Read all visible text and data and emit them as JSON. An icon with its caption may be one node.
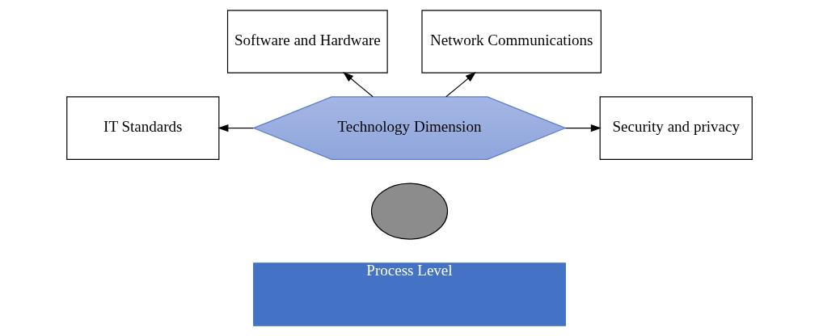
{
  "diagram": {
    "nodes": [
      {
        "text": [
          "Technology Dimension"
        ]
      },
      {
        "text": [
          "Software and Hardware"
        ]
      },
      {
        "text": [
          "Network Communications"
        ]
      },
      {
        "text": [
          "IT Standards"
        ]
      },
      {
        "text": [
          "Security and privacy"
        ]
      },
      {
        "text": [],
        "shape": "circle"
      },
      {
        "text": [
          "Process Level"
        ]
      }
    ],
    "edges": [
      {
        "from": 0,
        "to": 1,
        "arrow": "to"
      },
      {
        "from": 0,
        "to": 2,
        "arrow": "to"
      },
      {
        "from": 0,
        "to": 3,
        "arrow": "to"
      },
      {
        "from": 0,
        "to": 4,
        "arrow": "to"
      }
    ]
  }
}
